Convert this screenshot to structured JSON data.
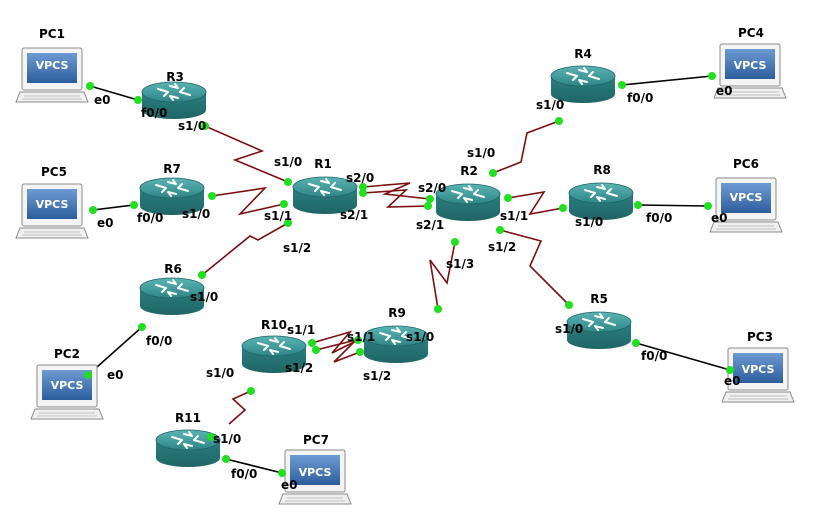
{
  "routers": {
    "R1": "R1",
    "R2": "R2",
    "R3": "R3",
    "R4": "R4",
    "R5": "R5",
    "R6": "R6",
    "R7": "R7",
    "R8": "R8",
    "R9": "R9",
    "R10": "R10",
    "R11": "R11"
  },
  "pcs": {
    "PC1": "PC1",
    "PC2": "PC2",
    "PC3": "PC3",
    "PC4": "PC4",
    "PC5": "PC5",
    "PC6": "PC6",
    "PC7": "PC7"
  },
  "pc_screen_text": "VPCS",
  "ports": {
    "pc1_e0": "e0",
    "r3_f00": "f0/0",
    "r3_s10": "s1/0",
    "r1_s10": "s1/0",
    "r1_s11": "s1/1",
    "r1_s20": "s2/0",
    "r1_s21": "s2/1",
    "r1_s12": "s1/2",
    "pc5_e0": "e0",
    "r7_f00": "f0/0",
    "r7_s10": "s1/0",
    "r6_s10": "s1/0",
    "r6_f00": "f0/0",
    "pc2_e0": "e0",
    "r2_s10": "s1/0",
    "r2_s20": "s2/0",
    "r2_s21": "s2/1",
    "r2_s11": "s1/1",
    "r2_s12": "s1/2",
    "r2_s13": "s1/3",
    "r4_s10": "s1/0",
    "r4_f00": "f0/0",
    "pc4_e0": "e0",
    "r8_s10": "s1/0",
    "r8_f00": "f0/0",
    "pc6_e0": "e0",
    "r5_s10": "s1/0",
    "r5_f00": "f0/0",
    "pc3_e0": "e0",
    "r9_s10": "s1/0",
    "r9_s11": "s1/1",
    "r9_s12": "s1/2",
    "r10_s11": "s1/1",
    "r10_s12": "s1/2",
    "r10_s10": "s1/0",
    "r11_s10": "s1/0",
    "r11_f00": "f0/0",
    "pc7_e0": "e0"
  },
  "colors": {
    "serial_link": "#7a0f10",
    "ethernet_link": "#000000",
    "port_dot": "#1ee01e",
    "router_body": "#2f8a8a",
    "router_top": "#4aa6a6",
    "pc_screen": "#3a6fb0"
  }
}
